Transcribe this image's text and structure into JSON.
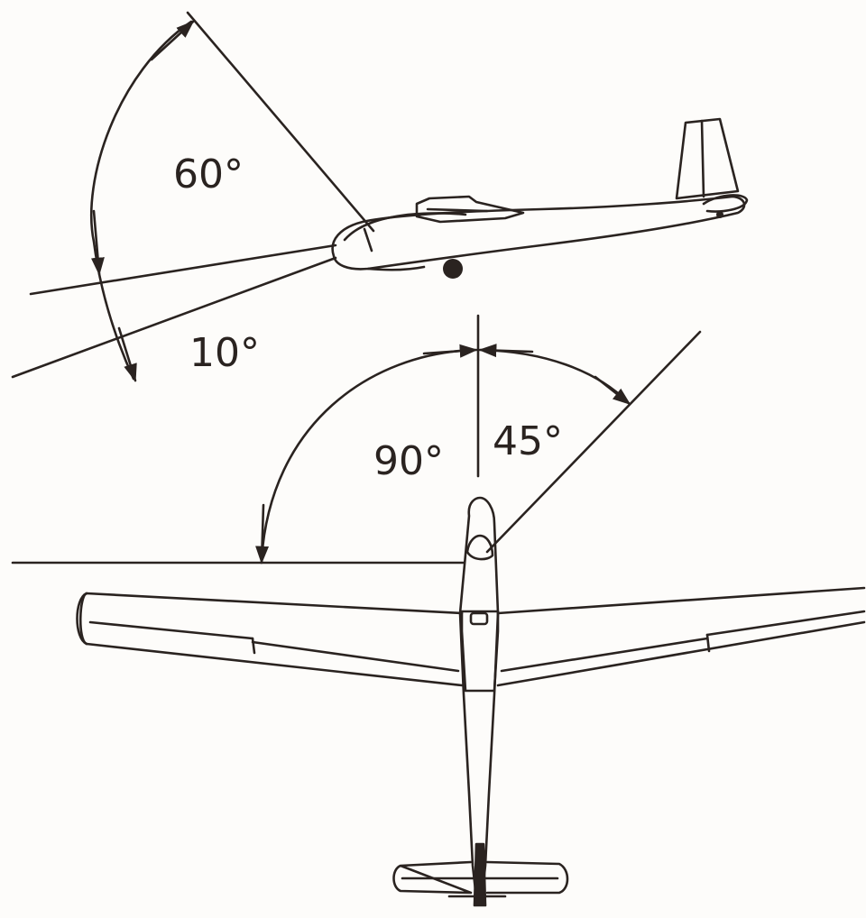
{
  "colors": {
    "paper": "#fdfcfa",
    "ink": "#2a2320"
  },
  "labels": {
    "climb_angle": "60°",
    "dive_angle": "10°",
    "forward_angle": "90°",
    "rear_angle": "45°"
  }
}
